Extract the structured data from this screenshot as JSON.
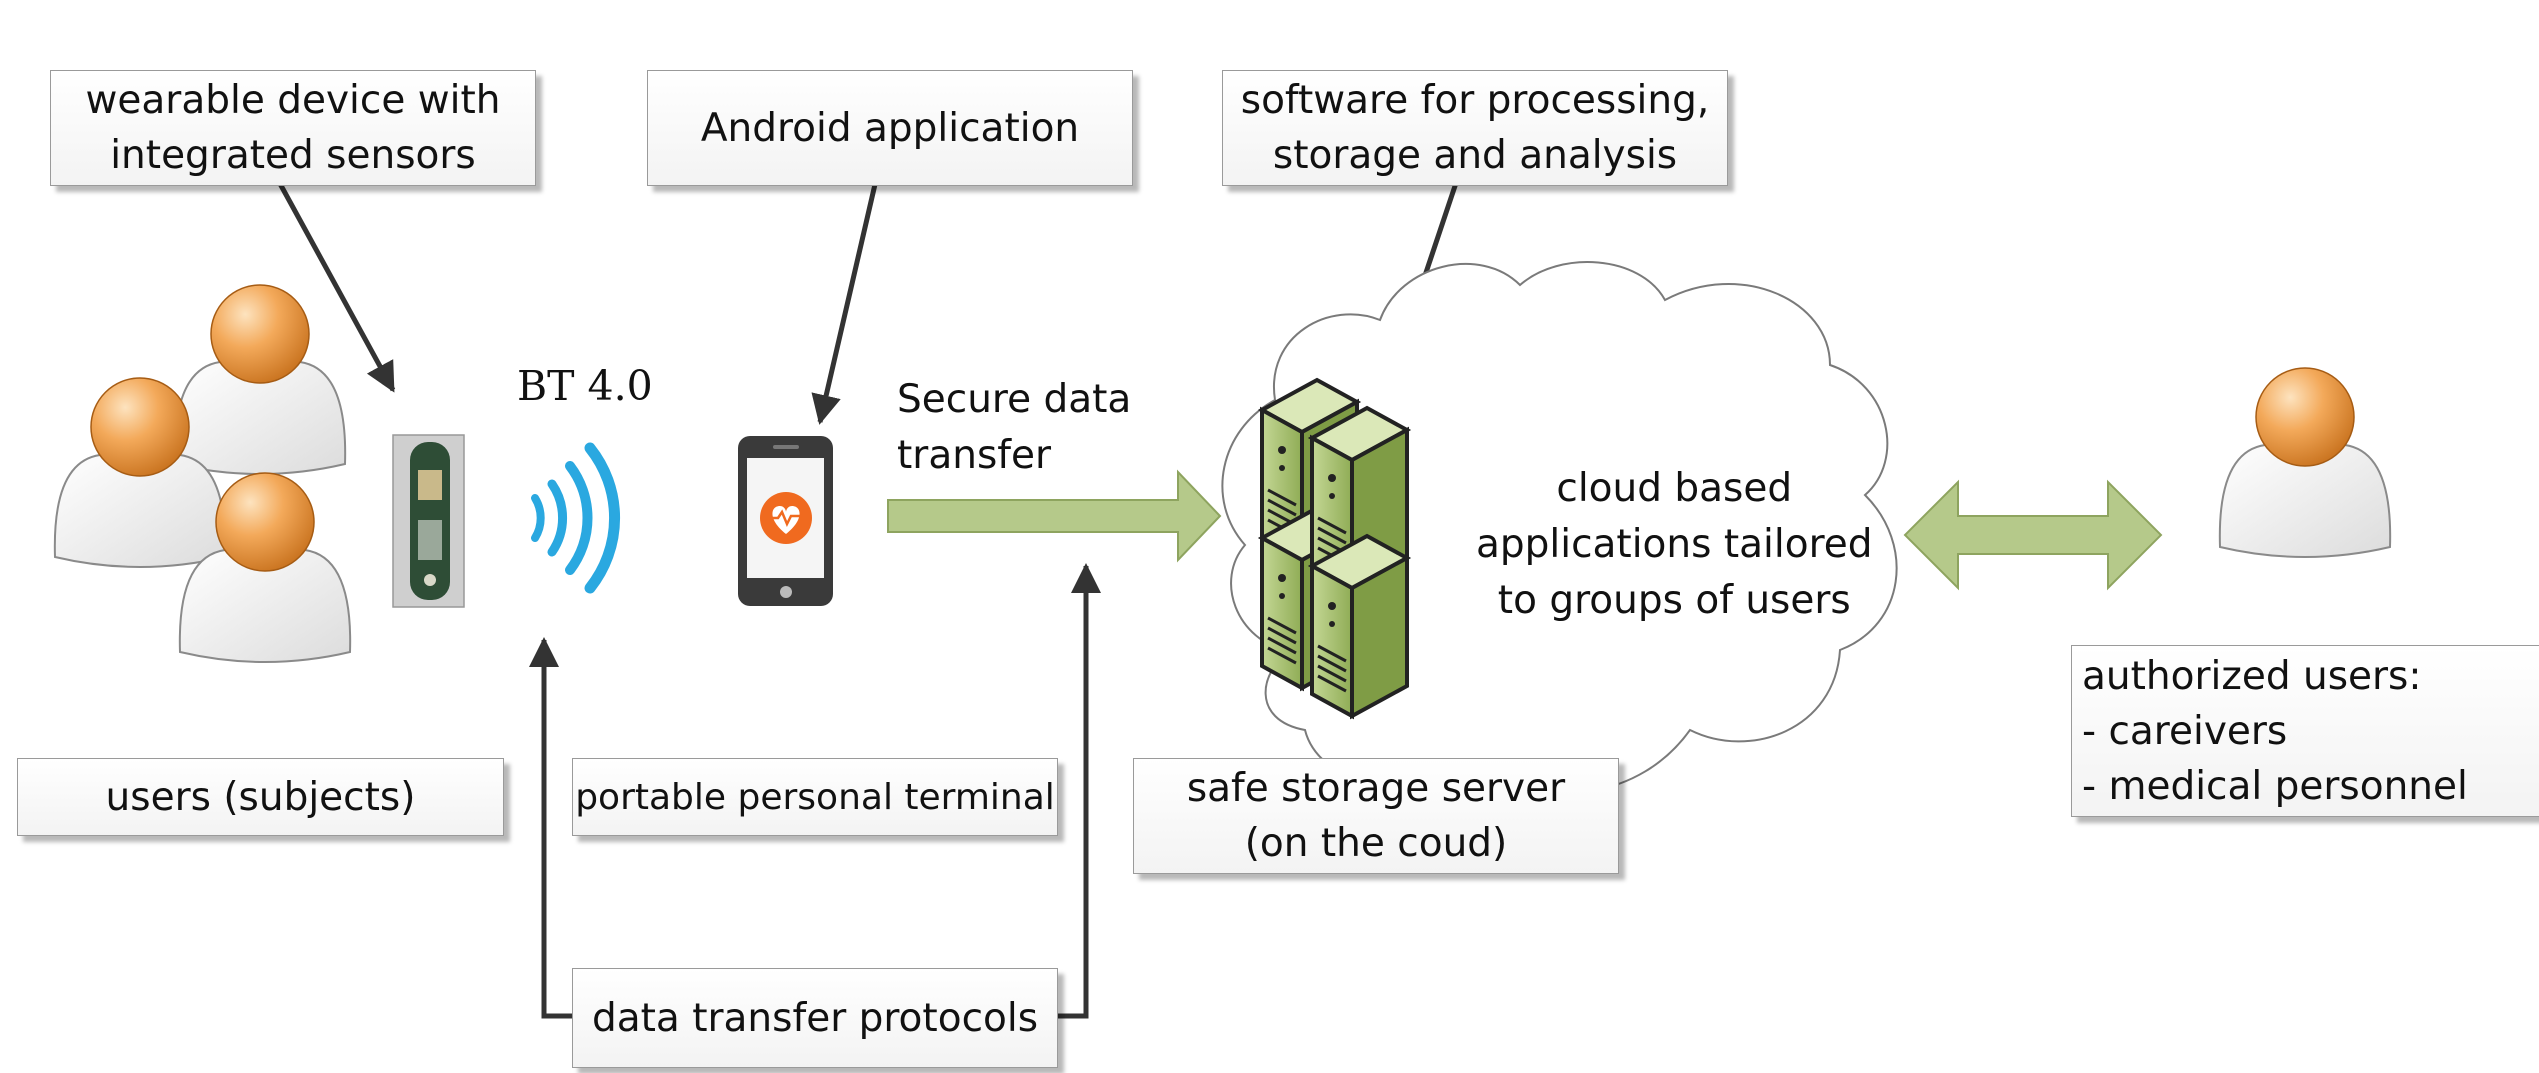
{
  "labels": {
    "wearable": "wearable device with\nintegrated sensors",
    "android": "Android application",
    "software": "software for processing,\nstorage and analysis",
    "users": "users (subjects)",
    "terminal": "portable personal terminal",
    "storage": "safe storage server\n(on the coud)",
    "protocols": "data transfer protocols",
    "authorized": "authorized  users:\n - careivers\n - medical personnel"
  },
  "text": {
    "bt": "BT 4.0",
    "secure": "Secure data\ntransfer",
    "cloud": "cloud based\napplications tailored\nto groups of users"
  },
  "colors": {
    "person_head": "#f0a050",
    "person_body": "#f4f4f4",
    "arrow_green": "#b5c98a",
    "server_green": "#a9c26c",
    "bt_waves": "#2aa8e0",
    "phone_icon": "#f06a1f"
  },
  "icons": [
    "person-icon",
    "bluetooth-waves-icon",
    "smartphone-icon",
    "heart-pulse-icon",
    "server-icon",
    "cloud-icon"
  ]
}
